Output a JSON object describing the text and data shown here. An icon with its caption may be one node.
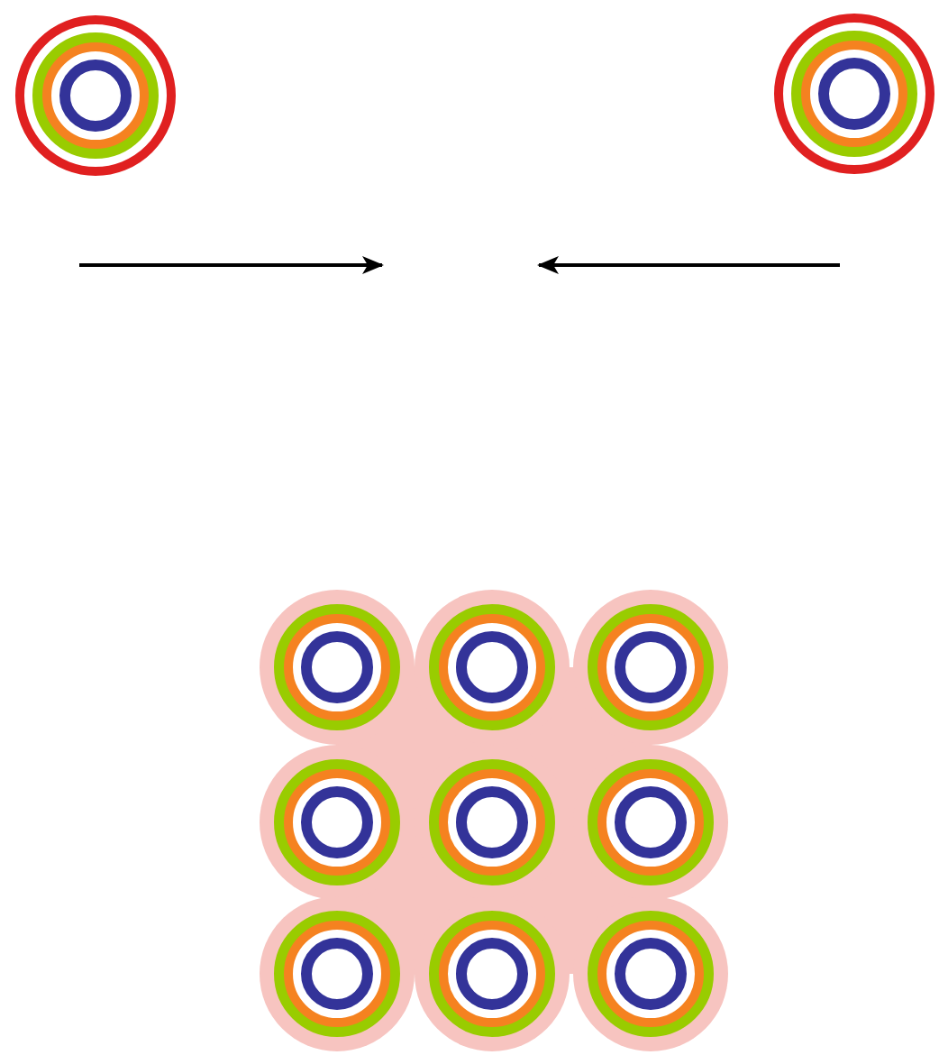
{
  "diagram": {
    "nodes": [
      {
        "text": [],
        "shape": "circle"
      },
      {
        "text": [],
        "shape": "circle"
      },
      {
        "text": [],
        "shape": "circle"
      },
      {
        "text": [],
        "shape": "circle"
      },
      {
        "text": [],
        "shape": "circle"
      },
      {
        "text": [],
        "shape": "circle"
      },
      {
        "text": [],
        "shape": "circle"
      },
      {
        "text": [],
        "shape": "circle"
      },
      {
        "text": [],
        "shape": "circle"
      },
      {
        "text": [],
        "shape": "circle"
      },
      {
        "text": [],
        "shape": "circle"
      }
    ]
  }
}
